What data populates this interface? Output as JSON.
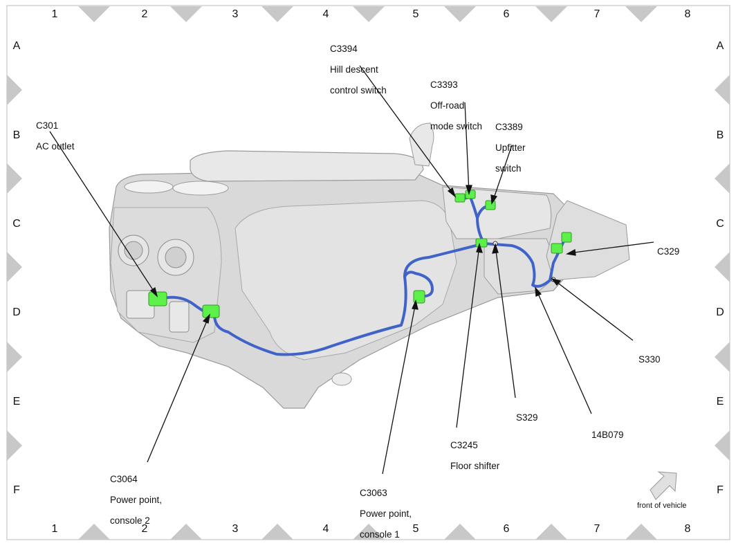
{
  "grid": {
    "columns": [
      "1",
      "2",
      "3",
      "4",
      "5",
      "6",
      "7",
      "8"
    ],
    "rows": [
      "A",
      "B",
      "C",
      "D",
      "E",
      "F"
    ]
  },
  "callouts": {
    "c3394": {
      "code": "C3394",
      "desc1": "Hill descent",
      "desc2": "control switch"
    },
    "c3393": {
      "code": "C3393",
      "desc1": "Off-road",
      "desc2": "mode switch"
    },
    "c3389": {
      "code": "C3389",
      "desc1": "Upfitter",
      "desc2": "switch"
    },
    "c301": {
      "code": "C301",
      "desc1": "AC outlet"
    },
    "c329": {
      "code": "C329"
    },
    "s330": {
      "code": "S330"
    },
    "s329": {
      "code": "S329"
    },
    "h14b079": {
      "code": "14B079"
    },
    "c3245": {
      "code": "C3245",
      "desc1": "Floor shifter"
    },
    "c3064": {
      "code": "C3064",
      "desc1": "Power point,",
      "desc2": "console 2"
    },
    "c3063": {
      "code": "C3063",
      "desc1": "Power point,",
      "desc2": "console 1"
    }
  },
  "front_of_vehicle": "front of vehicle",
  "colors": {
    "harness": "#3f63c8",
    "connector": "#5ef04a",
    "console_fill": "#d9d9d9",
    "console_edge": "#9a9a9a",
    "frame_triangle": "#c8c8c8"
  },
  "icons": {
    "front_arrow": "arrow-up-right-icon"
  }
}
